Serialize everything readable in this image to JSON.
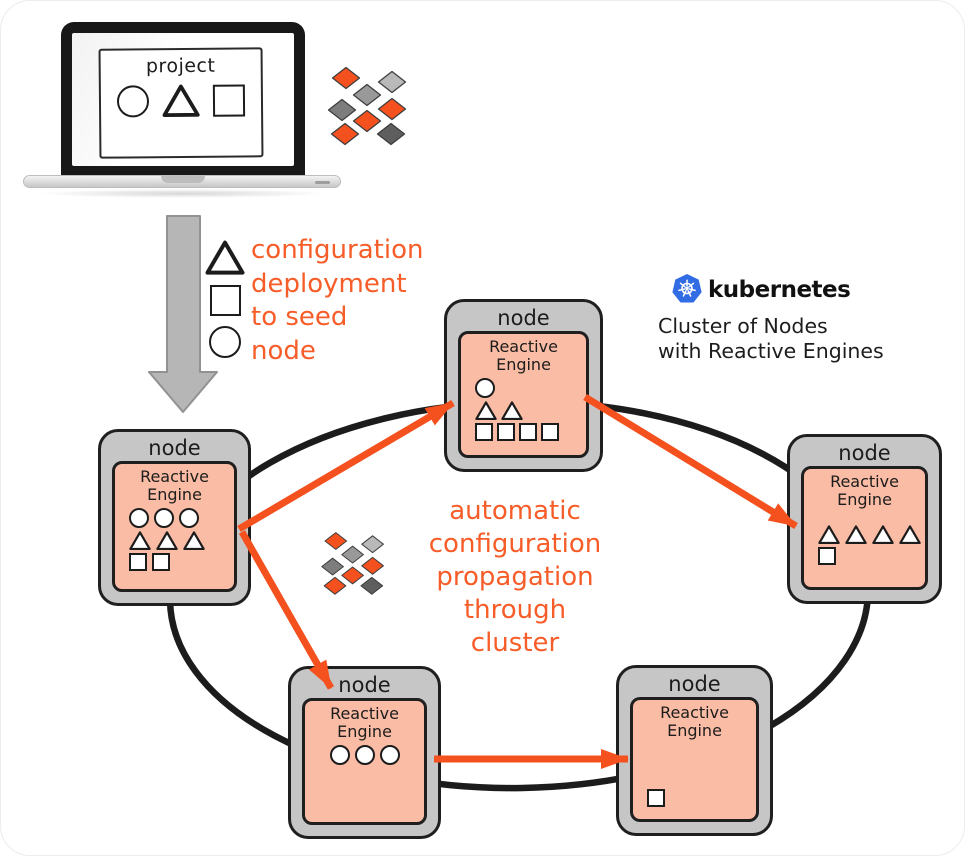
{
  "laptop": {
    "screen_label": "project",
    "shape_rows": [
      [
        "circle",
        "triangle",
        "square"
      ]
    ]
  },
  "deployment": {
    "shape_rows": [
      [
        "triangle"
      ],
      [
        "square"
      ],
      [
        "circle"
      ]
    ],
    "lines": [
      "configuration",
      "deployment",
      "to seed",
      "node"
    ]
  },
  "kubernetes": {
    "brand": "kubernetes",
    "caption_line1": "Cluster of Nodes",
    "caption_line2": "with Reactive Engines"
  },
  "propagation": {
    "lines": [
      "automatic",
      "configuration",
      "propagation",
      "through",
      "cluster"
    ]
  },
  "nodes": [
    {
      "id": "seed-node",
      "label": "node",
      "engine_label": "Reactive Engine",
      "shape_rows": [
        [
          "circle",
          "circle",
          "circle"
        ],
        [
          "triangle",
          "triangle",
          "triangle"
        ],
        [
          "square",
          "square"
        ]
      ]
    },
    {
      "id": "top-node",
      "label": "node",
      "engine_label": "Reactive Engine",
      "shape_rows": [
        [
          "circle"
        ],
        [
          "triangle",
          "triangle"
        ],
        [
          "square",
          "square",
          "square",
          "square"
        ]
      ]
    },
    {
      "id": "right-node",
      "label": "node",
      "engine_label": "Reactive Engine",
      "shape_rows": [
        [
          "triangle",
          "triangle",
          "triangle",
          "triangle"
        ],
        [
          "square"
        ]
      ]
    },
    {
      "id": "bottom-left-node",
      "label": "node",
      "engine_label": "Reactive Engine",
      "shape_rows": [
        [
          "circle",
          "circle",
          "circle"
        ]
      ]
    },
    {
      "id": "bottom-right-node",
      "label": "node",
      "engine_label": "Reactive Engine",
      "shape_rows": [
        [
          "square"
        ]
      ]
    }
  ],
  "colors": {
    "accent_orange": "#f4511e",
    "text_orange": "#f75d28",
    "node_gray": "#c6c6c6",
    "engine_salmon": "#fabca4",
    "kubernetes_blue": "#326ce5",
    "ink_black": "#1c1c1c",
    "diamond_grays": [
      "#b9b9b9",
      "#999999",
      "#7d7d7d",
      "#5e5e5e"
    ]
  }
}
